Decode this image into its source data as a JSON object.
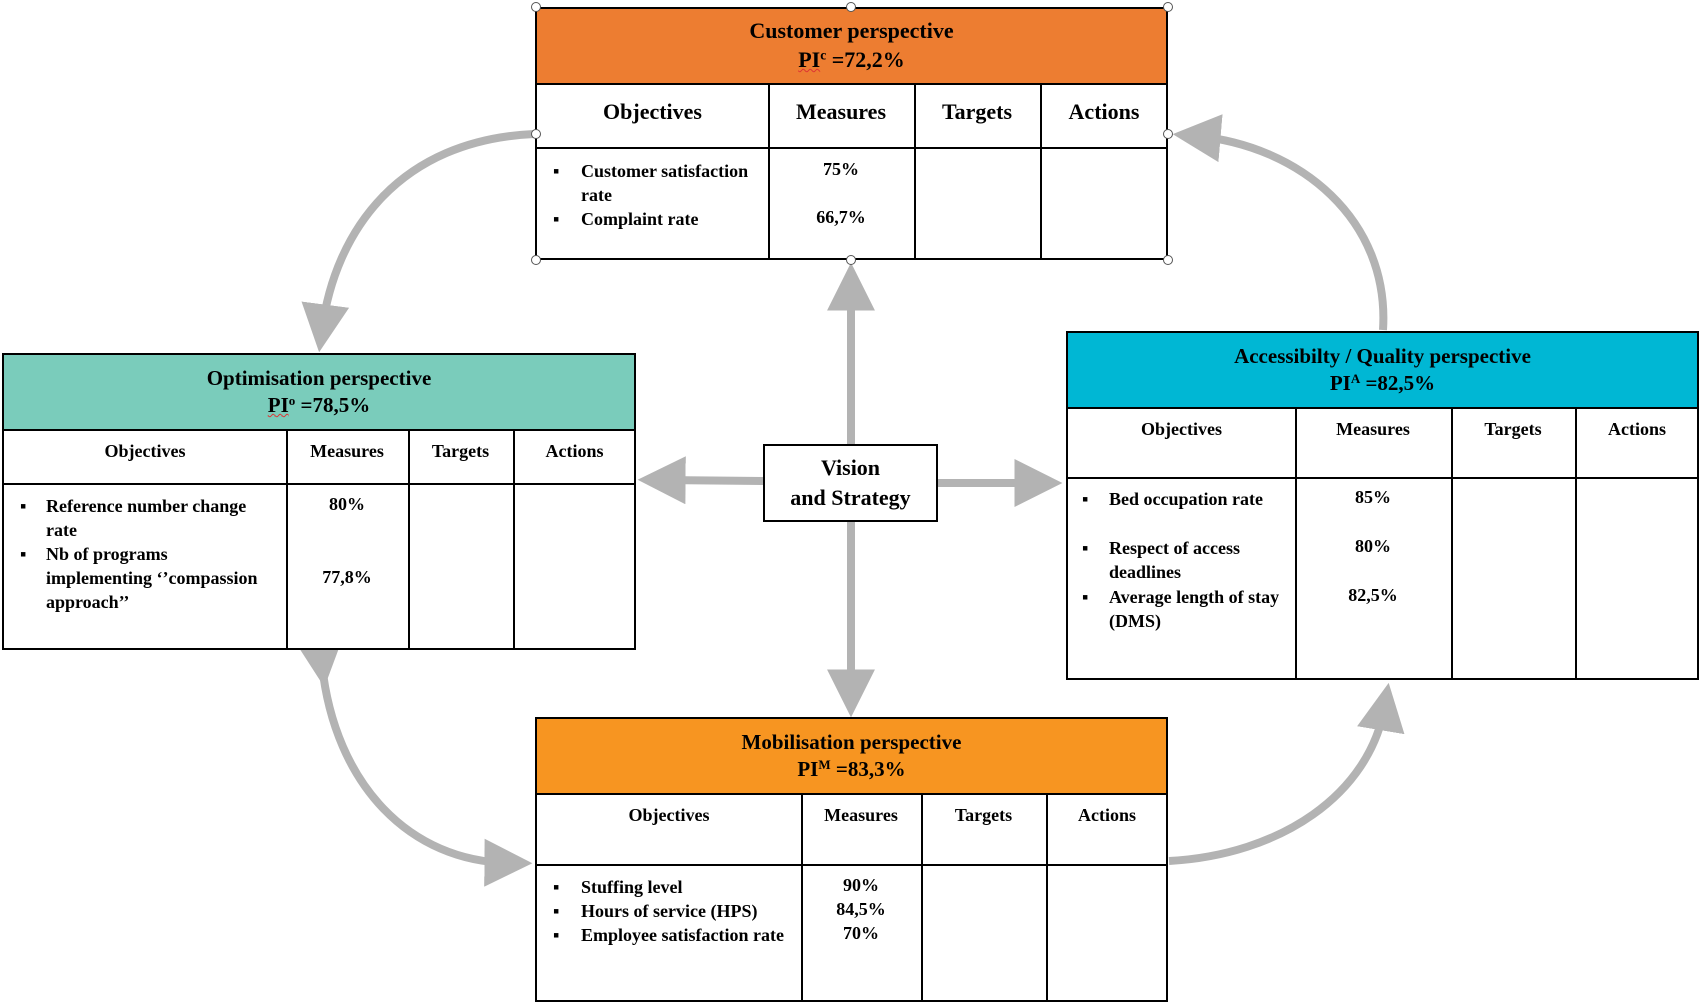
{
  "colors": {
    "customer_header": "#ED7D31",
    "optimisation_header": "#7ACCBB",
    "accessibility_header": "#00B7D4",
    "mobilisation_header": "#F79521",
    "arrow": "#B3B3B3"
  },
  "vision": {
    "line1": "Vision",
    "line2": "and Strategy"
  },
  "customer": {
    "title": "Customer perspective",
    "pi_prefix": "PI",
    "pi_sup": "c",
    "pi_value": " =72,2%",
    "columns": [
      "Objectives",
      "Measures",
      "Targets",
      "Actions"
    ],
    "objectives": [
      "Customer satisfaction rate",
      "Complaint rate"
    ],
    "measures": [
      "75%",
      "66,7%"
    ]
  },
  "optimisation": {
    "title": "Optimisation perspective",
    "pi_prefix": "PI",
    "pi_sup": "o",
    "pi_value": " =78,5%",
    "columns": [
      "Objectives",
      "Measures",
      "Targets",
      "Actions"
    ],
    "objectives": [
      "Reference number change rate",
      "Nb of programs implementing ‘’compassion approach’’"
    ],
    "measures": [
      "80%",
      "77,8%"
    ]
  },
  "accessibility": {
    "title": "Accessibilty / Quality perspective",
    "pi_prefix": "PI",
    "pi_sup": "A",
    "pi_value": " =82,5%",
    "columns": [
      "Objectives",
      "Measures",
      "Targets",
      "Actions"
    ],
    "objectives": [
      "Bed occupation rate",
      "Respect of access deadlines",
      "Average length of stay (DMS)"
    ],
    "measures": [
      "85%",
      "80%",
      "82,5%"
    ]
  },
  "mobilisation": {
    "title": "Mobilisation perspective",
    "pi_prefix": "PI",
    "pi_sup": "M",
    "pi_value": " =83,3%",
    "columns": [
      "Objectives",
      "Measures",
      "Targets",
      "Actions"
    ],
    "objectives": [
      "Stuffing level",
      "Hours of service (HPS)",
      "Employee satisfaction rate"
    ],
    "measures": [
      "90%",
      "84,5%",
      "70%"
    ]
  }
}
